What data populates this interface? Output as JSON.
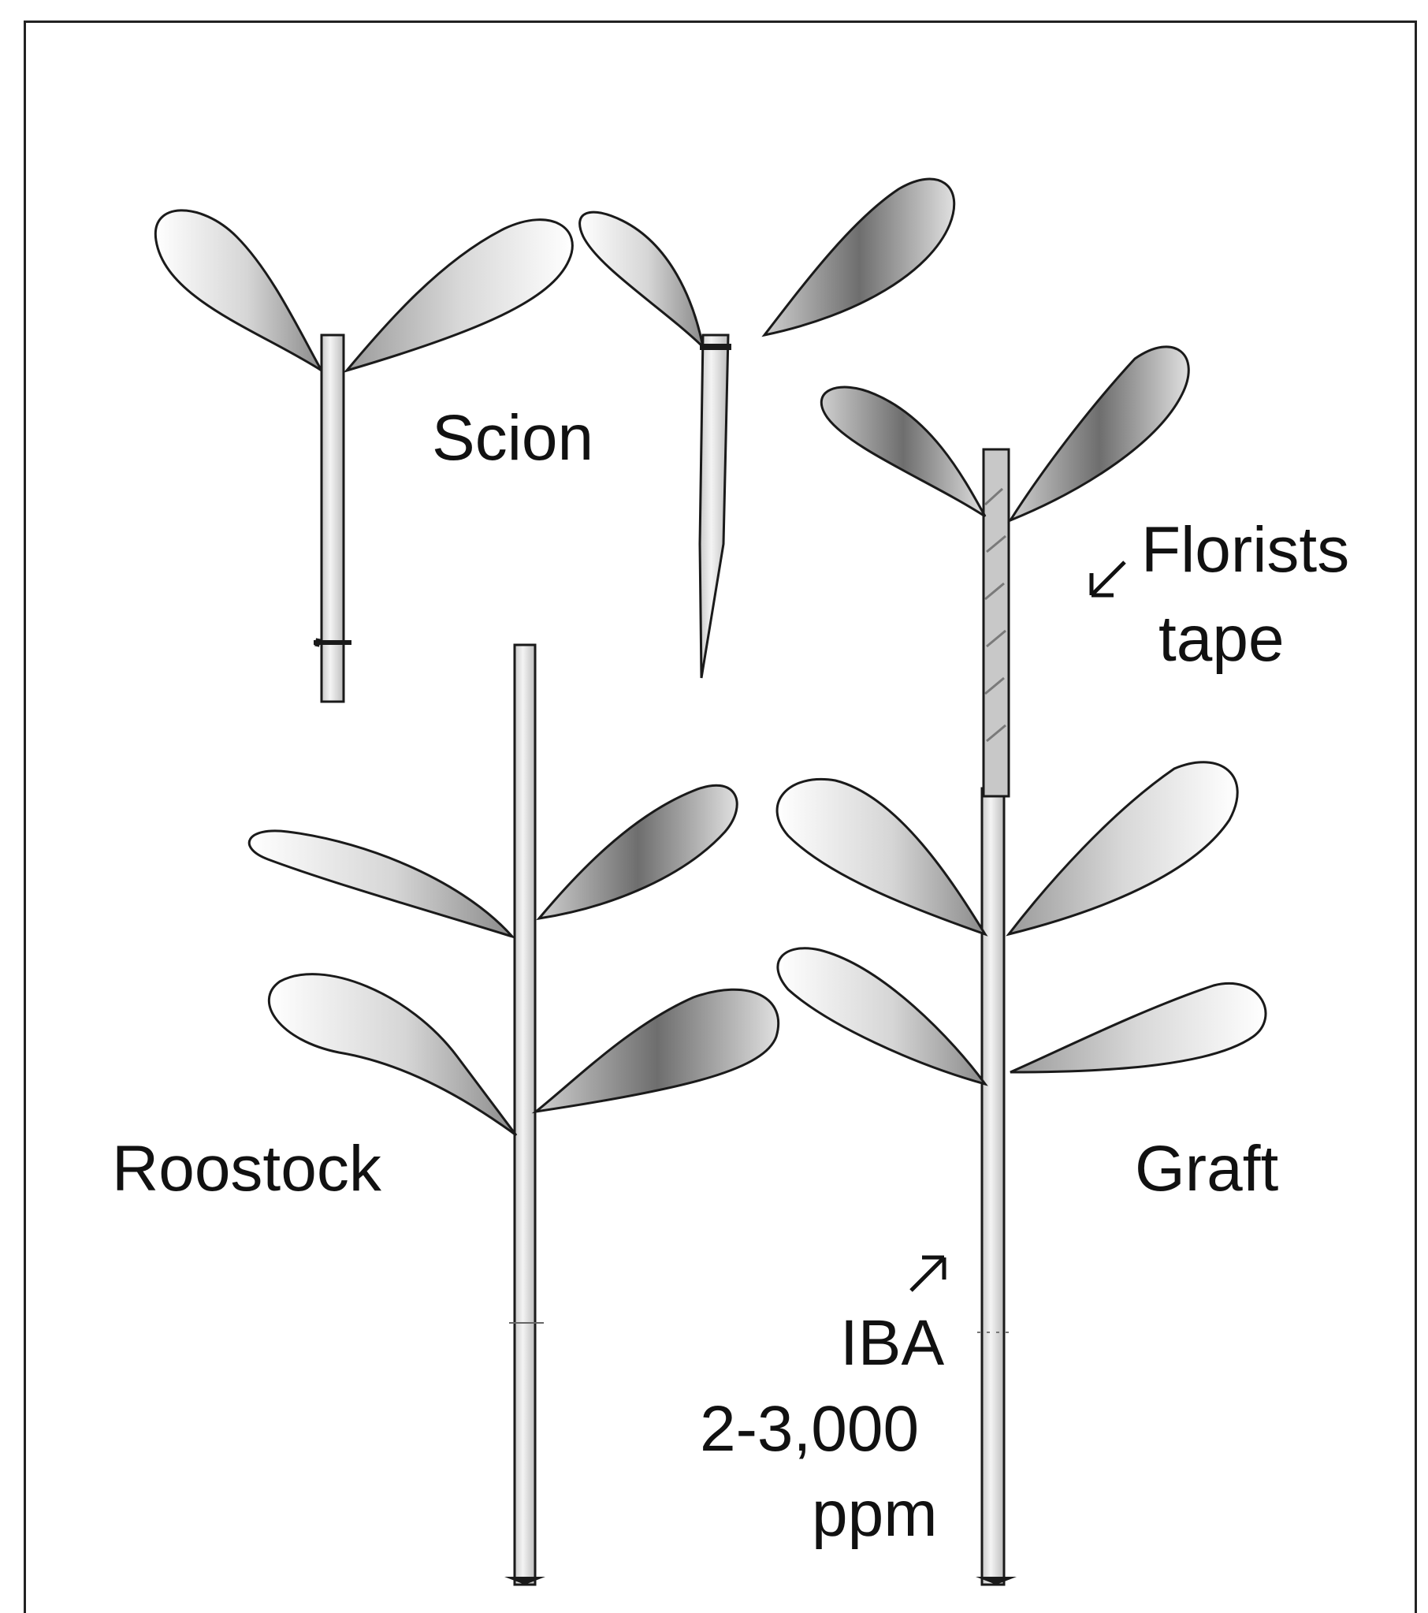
{
  "figure": {
    "labels": {
      "scion": "Scion",
      "florists_tape_line1": "Florists",
      "florists_tape_line2": "tape",
      "rootstock": "Roostock",
      "graft": "Graft",
      "iba_line1": "IBA",
      "iba_line2": "2-3,000",
      "iba_line3": "ppm"
    },
    "icons": {
      "tape_pointer": "arrow-down-left-icon",
      "iba_pointer": "arrow-up-right-icon"
    },
    "colors": {
      "ink": "#1a1a1a",
      "leaf_fill": "#f4f4f4",
      "leaf_shade": "#9a9a9a",
      "stem_fill": "#efefef"
    }
  }
}
